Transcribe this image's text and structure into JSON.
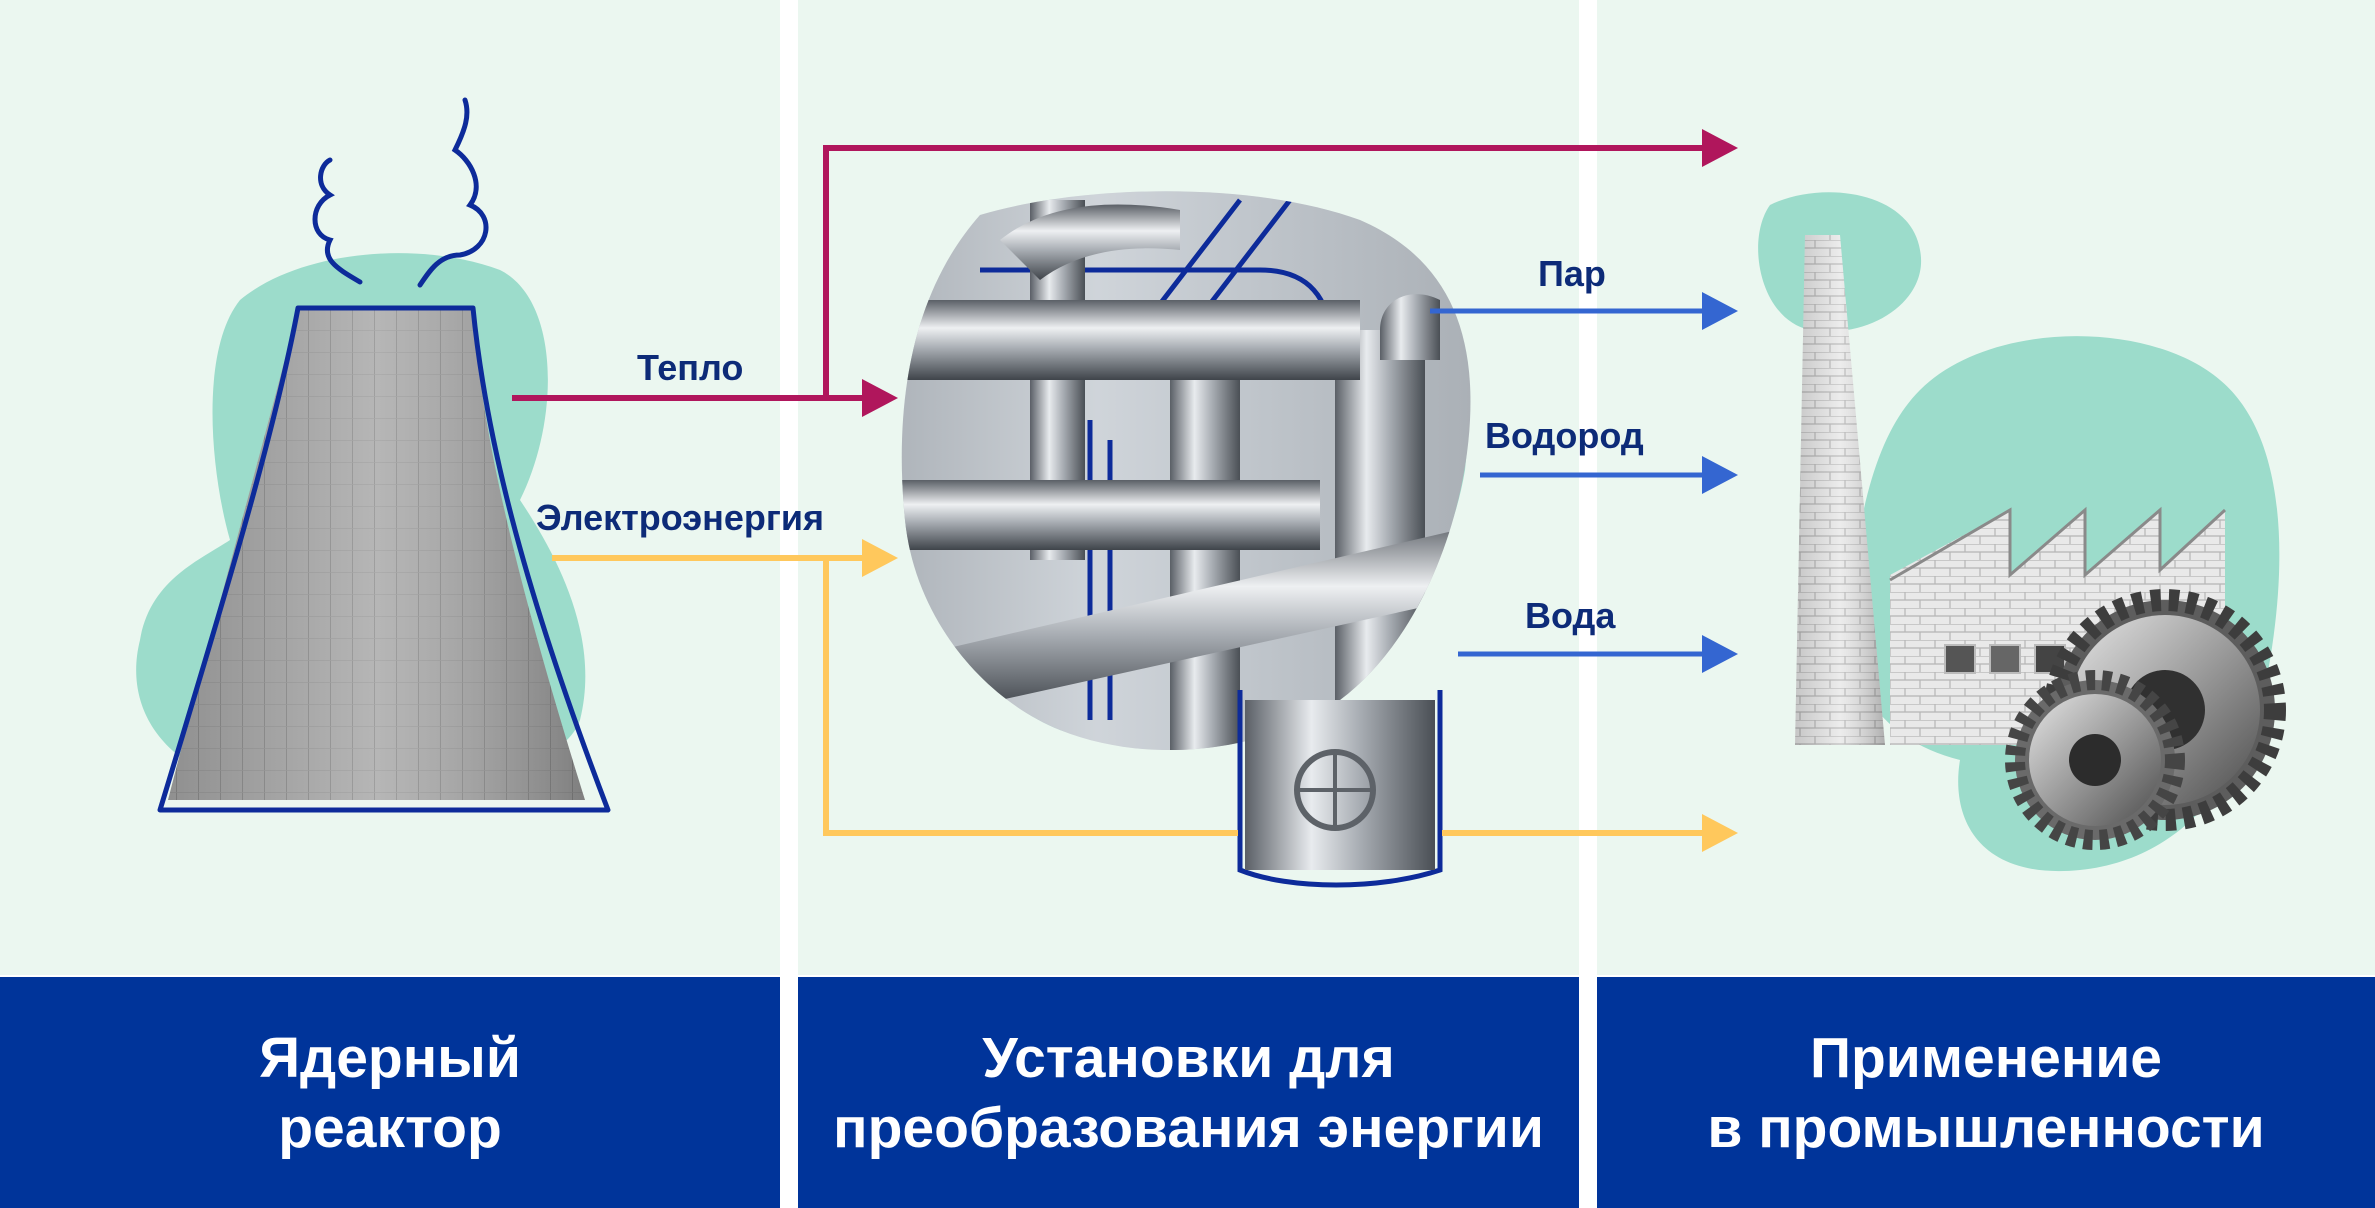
{
  "panels": [
    {
      "title": "Ядерный\nреактор"
    },
    {
      "title": "Установки для\nпреобразования энергии"
    },
    {
      "title": "Применение\nв промышленности"
    }
  ],
  "flows": {
    "heat": "Тепло",
    "electricity": "Электроэнергия",
    "steam": "Пар",
    "hydrogen": "Водород",
    "water": "Вода"
  },
  "colors": {
    "heat": "#b0165c",
    "electricity": "#ffc85c",
    "outputs": "#3466d1",
    "outline": "#0d2b9a",
    "blob": "#9cdccb",
    "panel_bg": "#ebf7f0",
    "label_bg": "#00349a"
  },
  "icons": [
    "cooling-tower-icon",
    "steam-icon",
    "pipes-icon",
    "factory-icon",
    "chimney-icon",
    "gear-icon"
  ]
}
